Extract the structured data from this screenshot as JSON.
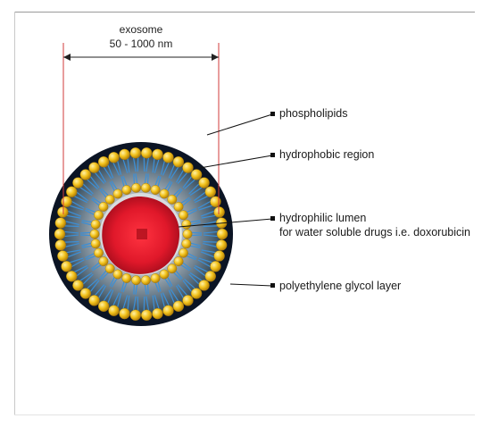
{
  "diagram": {
    "dimension": {
      "title": "exosome",
      "range": "50 - 1000 nm"
    },
    "labels": [
      {
        "id": "phospholipids",
        "text": "phospholipids"
      },
      {
        "id": "hydrophobic",
        "text": "hydrophobic region"
      },
      {
        "id": "lumen_line1",
        "text": "hydrophilic lumen"
      },
      {
        "id": "lumen_line2",
        "text": "for water soluble drugs i.e. doxorubicin"
      },
      {
        "id": "peg",
        "text": "polyethylene glycol layer"
      }
    ],
    "colors": {
      "outer_ring": "#0b1424",
      "head_bead": "#f2c21b",
      "tail_blue": "#3c8fd6",
      "core_red": "#e0182a",
      "dimension_line": "#d23b3b"
    }
  }
}
